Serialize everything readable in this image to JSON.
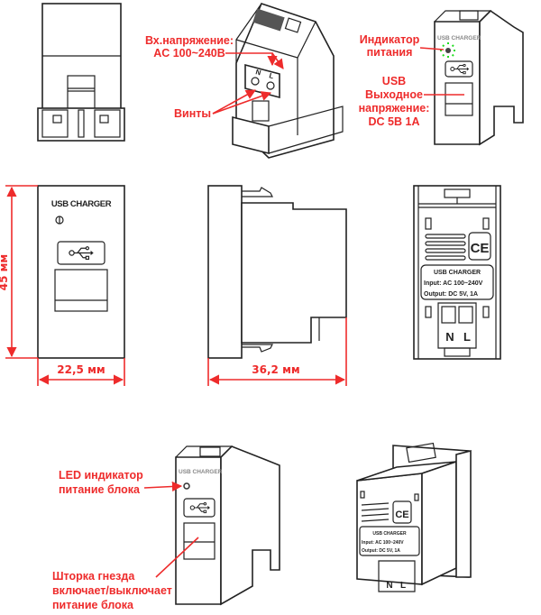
{
  "title": "USB Charger module — views and dimensions",
  "colors": {
    "annotation": "#ee2b2b",
    "outline": "#222222",
    "led_glow": "#22dd22"
  },
  "top_row": {
    "input_voltage_label": [
      "Вх.напряжение:",
      "AC 100~240B"
    ],
    "screws_label": "Винты",
    "terminal_n": "N",
    "terminal_l": "L",
    "power_indicator_label": [
      "Индикатор",
      "питания"
    ],
    "usb_output_label": [
      "USB",
      "Выходное",
      "напряжение:",
      "DC 5B 1A"
    ],
    "front_marking": "USB CHARGER"
  },
  "middle_row": {
    "front_marking": "USB CHARGER",
    "height_dimension": "45 мм",
    "width_dimension": "22,5 мм",
    "depth_dimension": "36,2 мм",
    "rear_label": {
      "title": "USB CHARGER",
      "input": "Input: AC 100~240V",
      "output": "Output: DC 5V, 1A",
      "ce_mark": "CE",
      "terminal_n": "N",
      "terminal_l": "L"
    }
  },
  "bottom_row": {
    "led_label": [
      "LED индикатор",
      "питание блока"
    ],
    "shutter_label": [
      "Шторка гнезда",
      "включает/выключает",
      "питание блока"
    ],
    "front_marking": "USB CHARGER",
    "rear_label": {
      "title": "USB CHARGER",
      "input": "Input: AC 100~240V",
      "output": "Output: DC 5V, 1A",
      "ce_mark": "CE",
      "terminal_n": "N",
      "terminal_l": "L"
    }
  }
}
